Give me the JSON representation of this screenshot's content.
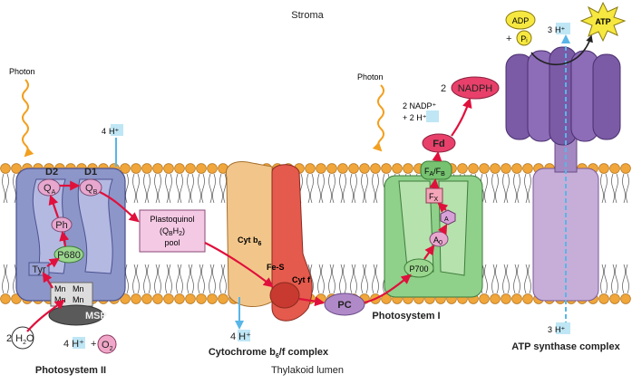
{
  "labels": {
    "stroma": "Stroma",
    "lumen": "Thylakoid lumen",
    "photon_left": "Photon",
    "photon_right": "Photon",
    "d2": "D2",
    "d1": "D1",
    "qa": "Q",
    "qa_sub": "A",
    "qb": "Q",
    "qb_sub": "B",
    "ph": "Ph",
    "p680": "P680",
    "tyr": "Tyr",
    "mn": "Mn",
    "msp": "MSP",
    "h2o_lead": "2",
    "h2o": "H",
    "h2o_sub": "2",
    "h2o_tail": "O",
    "h_ps2_lumen_num": "4",
    "h_ps2_lumen": "H⁺",
    "plus1": "+",
    "o2": "O",
    "o2_sub": "2",
    "h_ps2_stroma_num": "4",
    "h_ps2_stroma": "H⁺",
    "pq_line1": "Plastoquinol",
    "pq_line2_a": "(Q",
    "pq_line2_b": "B",
    "pq_line2_c": "H",
    "pq_line2_d": "2",
    "pq_line2_e": ")",
    "pq_line3": "pool",
    "cytb6": "Cyt b",
    "cytb6_sub": "6",
    "fes": "Fe-S",
    "cytf": "Cyt f",
    "h_cyt_num": "4",
    "h_cyt": "H⁺",
    "cyt_title_a": "Cytochrome b",
    "cyt_title_sub": "6",
    "cyt_title_b": "/f complex",
    "pc": "PC",
    "fd": "Fd",
    "fafb_a": "F",
    "fafb_a_sub": "A",
    "fafb_sep": "/F",
    "fafb_b_sub": "B",
    "fx": "F",
    "fx_sub": "X",
    "a1": "A",
    "a0": "A",
    "a0_sub": "0",
    "p700": "P700",
    "ps1_title": "Photosystem I",
    "nadp_line1": "2 NADP⁺",
    "nadp_line2": "+  2 H⁺",
    "nadph_num": "2",
    "nadph": "NADPH",
    "adp": "ADP",
    "pi": "Pᵢ",
    "plus2": "+",
    "h_atp_stroma_num": "3",
    "h_atp_stroma": "H⁺",
    "atp": "ATP",
    "h_atp_lumen_num": "3",
    "h_atp_lumen": "H⁺",
    "atp_title": "ATP synthase complex",
    "ps2_title": "Photosystem II"
  },
  "colors": {
    "lipid_head": "#f0a63a",
    "ps2_protein": "#8d96c8",
    "d_subunit": "#b4b9e2",
    "cyt_b6": "#f2c68a",
    "cyt_f": "#e45a4c",
    "ps1_protein": "#8fd08a",
    "atp_f1": "#7b5aa6",
    "atp_f0": "#c6aed8",
    "electron_path": "#e0103c",
    "proton_arrow": "#58b6e8",
    "plastoquinol_box": "#f4c9e4",
    "h_highlight": "#bfe6f5",
    "nadph_fill": "#e8406a",
    "atp_fill": "#f6e840",
    "photon": "#f2a020"
  }
}
